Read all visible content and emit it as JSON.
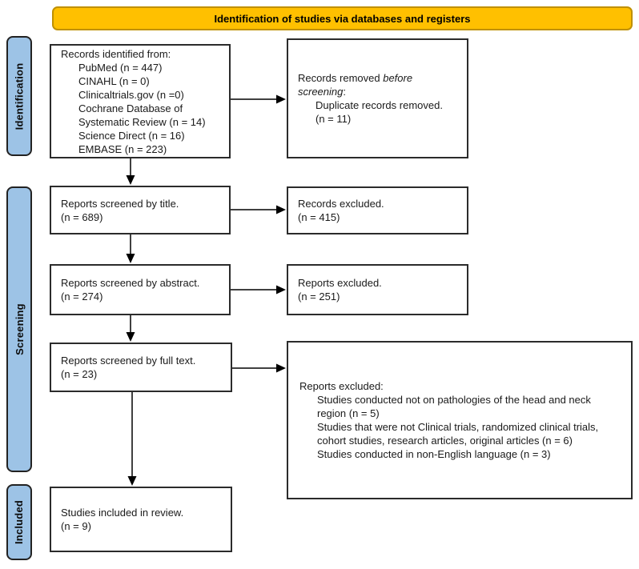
{
  "header": {
    "title": "Identification of studies via databases and registers",
    "bg_color": "#FFC000",
    "border_color": "#BF9000"
  },
  "stages": {
    "identification": "Identification",
    "screening": "Screening",
    "included": "Included",
    "bg_color": "#9DC3E6"
  },
  "boxes": {
    "records_identified": {
      "title": "Records identified from:",
      "items": [
        "PubMed (n = 447)",
        "CINAHL (n = 0)",
        "Clinicaltrials.gov (n =0)",
        "Cochrane Database of Systematic Review (n = 14)",
        "Science Direct (n = 16)",
        "EMBASE (n = 223)"
      ]
    },
    "records_removed": {
      "prefix": "Records removed ",
      "italic": "before screening",
      "suffix": ":",
      "items": [
        "Duplicate records removed.",
        "(n = 11)"
      ]
    },
    "screened_title": {
      "line1": "Reports screened by title.",
      "line2": "(n = 689)"
    },
    "records_excluded": {
      "line1": "Records excluded.",
      "line2": "(n = 415)"
    },
    "screened_abstract": {
      "line1": "Reports screened by abstract.",
      "line2": "(n = 274)"
    },
    "reports_excluded": {
      "line1": "Reports excluded.",
      "line2": "(n = 251)"
    },
    "screened_fulltext": {
      "line1": "Reports screened by full text.",
      "line2": "(n = 23)"
    },
    "fulltext_excluded": {
      "title": "Reports excluded:",
      "items": [
        "Studies conducted not on pathologies of the head and neck region (n = 5)",
        "Studies that were not Clinical trials, randomized clinical trials, cohort studies, research articles, original articles (n = 6)",
        "Studies conducted in non-English language (n = 3)"
      ]
    },
    "included_box": {
      "line1": "Studies included in review.",
      "line2": "(n = 9)"
    }
  }
}
